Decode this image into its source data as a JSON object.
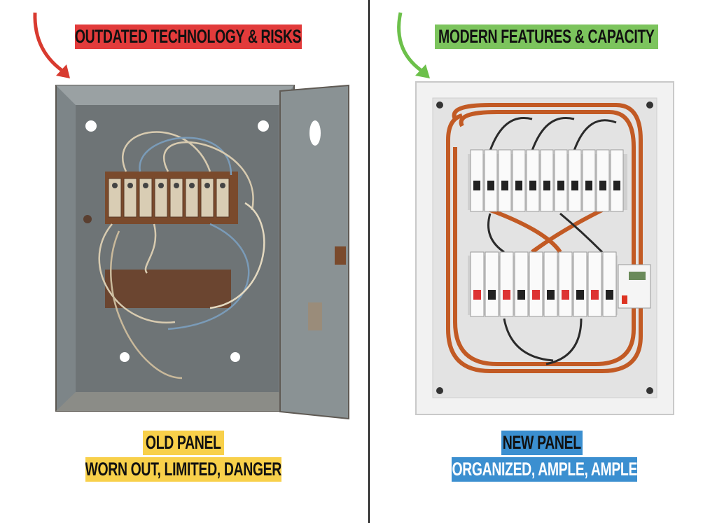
{
  "left": {
    "header": "OUTDATED TECHNOLOGY & RISKS",
    "title": "OLD PANEL",
    "subtitle": "WORN OUT, LIMITED, DANGER",
    "colors": {
      "header": "#e23b3b",
      "labels": "#f8d04a",
      "arrow": "#d83a2f"
    }
  },
  "right": {
    "header": "MODERN FEATURES & CAPACITY",
    "title": "NEW PANEL",
    "subtitle": "ORGANIZED, AMPLE, AMPLE",
    "colors": {
      "header": "#7cc45d",
      "labels": "#3b8fd0",
      "arrow": "#6cc04a"
    }
  }
}
